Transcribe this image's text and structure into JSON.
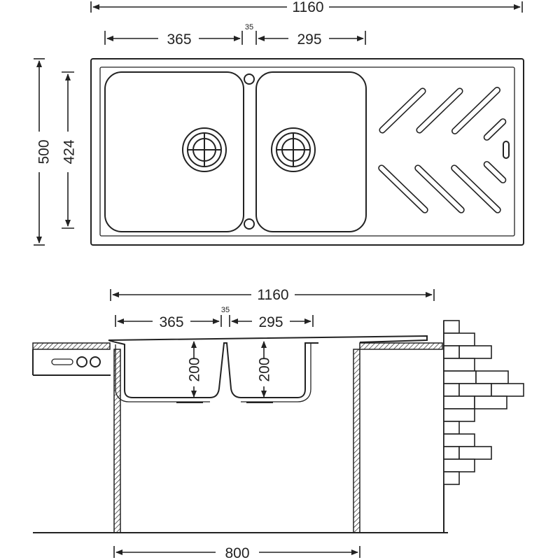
{
  "top_view": {
    "overall_width": "1160",
    "bowl1_width": "365",
    "gap_width": "35",
    "bowl2_width": "295",
    "overall_depth": "500",
    "bowl_depth": "424"
  },
  "section_view": {
    "overall_width": "1160",
    "bowl1_width": "365",
    "gap_width": "35",
    "bowl2_width": "295",
    "bowl1_depth": "200",
    "bowl2_depth": "200",
    "cabinet_width": "800"
  }
}
